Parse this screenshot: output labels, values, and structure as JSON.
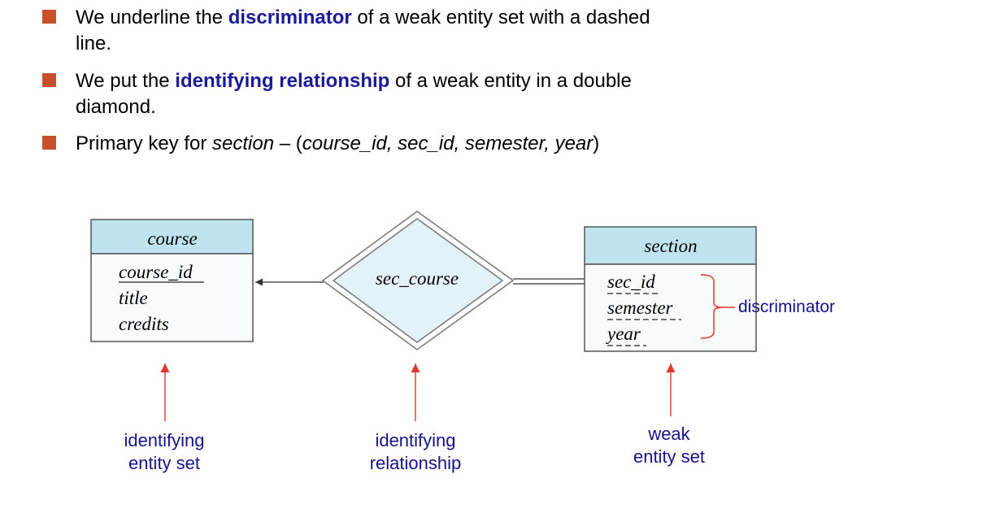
{
  "bullets": [
    {
      "pre": "We underline the ",
      "keyword": "discriminator",
      "post": " of a weak entity set  with a dashed",
      "line2": "line."
    },
    {
      "pre": "We put the ",
      "keyword": "identifying relationship",
      "post": " of a weak entity in a double",
      "line2": "diamond."
    },
    {
      "pre": "Primary key for ",
      "italic": "section",
      "mid": " – (",
      "italic2": "course_id, sec_id, semester, year",
      "post": ")"
    }
  ],
  "diagram": {
    "course": {
      "title": "course",
      "attributes": [
        "course_id",
        "title",
        "credits"
      ]
    },
    "relationship": {
      "name": "sec_course"
    },
    "section": {
      "title": "section",
      "attributes": [
        "sec_id",
        "semester",
        "year"
      ]
    },
    "discriminator_label": "discriminator",
    "captions": {
      "identifying_entity_set": [
        "identifying",
        "entity set"
      ],
      "identifying_relationship": [
        "identifying",
        "relationship"
      ],
      "weak_entity_set": [
        "weak",
        "entity set"
      ]
    }
  },
  "colors": {
    "bullet": "#c8502b",
    "keyword": "#1a1a9a",
    "header_fill": "#bfe3ef",
    "diamond_fill": "#e3f2f9",
    "arrow_red": "#e0392b",
    "caption": "#14148c"
  }
}
